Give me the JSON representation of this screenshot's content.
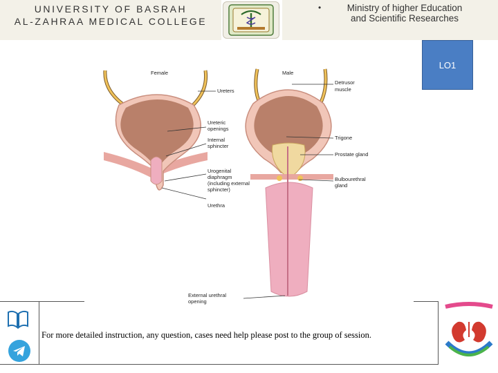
{
  "header": {
    "university_line1": "UNIVERSITY OF BASRAH",
    "university_line2": "AL-ZAHRAA MEDICAL COLLEGE",
    "ministry_bullet": "•",
    "ministry_line1": "Ministry of higher Education",
    "ministry_line2": "and Scientific Researches"
  },
  "lo_badge": "LO1",
  "diagram": {
    "label_female": "Female",
    "label_male": "Male",
    "label_ureters": "Ureters",
    "label_detrusor_1": "Detrusor",
    "label_detrusor_2": "muscle",
    "label_ureteric_1": "Ureteric",
    "label_ureteric_2": "openings",
    "label_trigone": "Trigone",
    "label_internal_1": "Internal",
    "label_internal_2": "sphincter",
    "label_prostate": "Prostate gland",
    "label_urogenital_1": "Urogenital",
    "label_urogenital_2": "diaphragm",
    "label_urogenital_3": "(including external",
    "label_urogenital_4": "sphincter)",
    "label_bulbo_1": "Bulbourethral",
    "label_bulbo_2": "gland",
    "label_urethra": "Urethra",
    "label_external_1": "External urethral",
    "label_external_2": "opening"
  },
  "footer": {
    "note": "For more detailed instruction, any question, cases need help please post to the group of session."
  },
  "icons": {
    "book": "book-icon",
    "telegram": "telegram-icon",
    "logo": "college-logo",
    "kidney": "kidney-care-logo"
  },
  "colors": {
    "lo_badge_bg": "#4a7ec4",
    "header_bg": "#f3f1e8",
    "bladder_fill": "#b9806a",
    "bladder_wall": "#f1c6b8",
    "urethra": "#efaebf"
  }
}
